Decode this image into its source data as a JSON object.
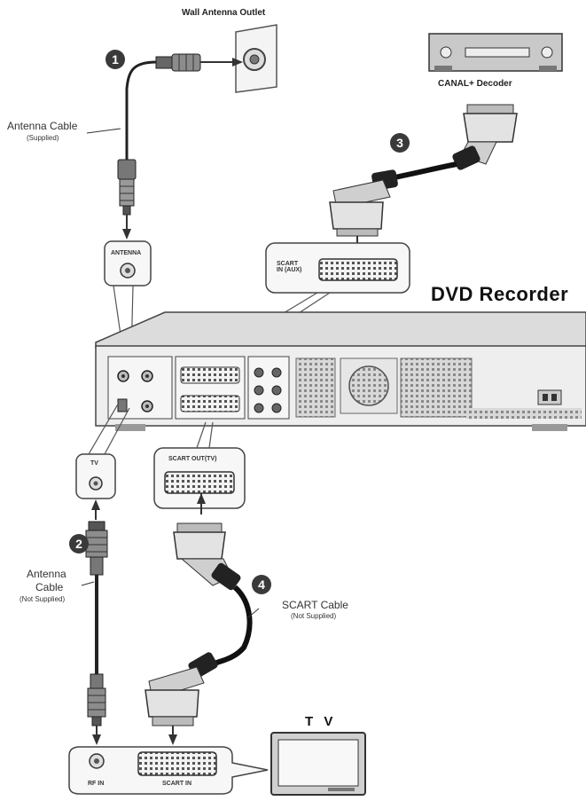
{
  "labels": {
    "wall_outlet": "Wall Antenna Outlet",
    "canal_decoder": "CANAL+ Decoder",
    "antenna_cable_1": "Antenna Cable",
    "supplied": "(Supplied)",
    "antenna_port": "ANTENNA",
    "scart_in_aux": "SCART\nIN (AUX)",
    "dvd_recorder": "DVD Recorder",
    "tv_port": "TV",
    "scart_out_tv": "SCART OUT(TV)",
    "antenna_cable_2_line1": "Antenna",
    "antenna_cable_2_line2": "Cable",
    "not_supplied_1": "(Not Supplied)",
    "scart_cable": "SCART Cable",
    "not_supplied_2": "(Not Supplied)",
    "rf_in": "RF IN",
    "scart_in": "SCART IN",
    "tv_title": "T V"
  },
  "steps": [
    "1",
    "2",
    "3",
    "4"
  ]
}
